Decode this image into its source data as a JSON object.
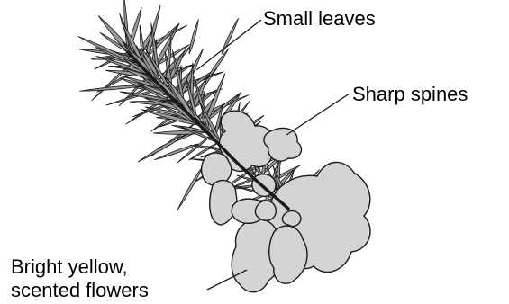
{
  "labels": {
    "small_leaves": "Small leaves",
    "sharp_spines": "Sharp spines",
    "flowers_line1": "Bright yellow,",
    "flowers_line2": "scented flowers"
  },
  "colors": {
    "leaf_fill": "#9a9a9a",
    "flower_fill": "#d4d4d4",
    "outline": "#1a1a1a",
    "background": "#ffffff"
  }
}
